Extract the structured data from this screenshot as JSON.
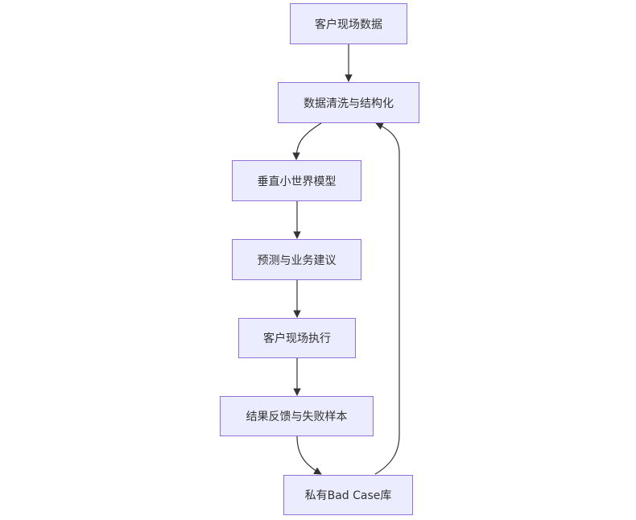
{
  "diagram": {
    "type": "flowchart",
    "colors": {
      "node_fill": "#ececff",
      "node_border": "#9370db",
      "edge": "#333333",
      "text": "#333333"
    },
    "nodes": [
      {
        "id": "n1",
        "label": "客户现场数据"
      },
      {
        "id": "n2",
        "label": "数据清洗与结构化"
      },
      {
        "id": "n3",
        "label": "垂直小世界模型"
      },
      {
        "id": "n4",
        "label": "预测与业务建议"
      },
      {
        "id": "n5",
        "label": "客户现场执行"
      },
      {
        "id": "n6",
        "label": "结果反馈与失败样本"
      },
      {
        "id": "n7",
        "label": "私有Bad Case库"
      }
    ],
    "edges": [
      {
        "from": "n1",
        "to": "n2"
      },
      {
        "from": "n2",
        "to": "n3"
      },
      {
        "from": "n3",
        "to": "n4"
      },
      {
        "from": "n4",
        "to": "n5"
      },
      {
        "from": "n5",
        "to": "n6"
      },
      {
        "from": "n6",
        "to": "n7"
      },
      {
        "from": "n7",
        "to": "n2"
      }
    ]
  }
}
